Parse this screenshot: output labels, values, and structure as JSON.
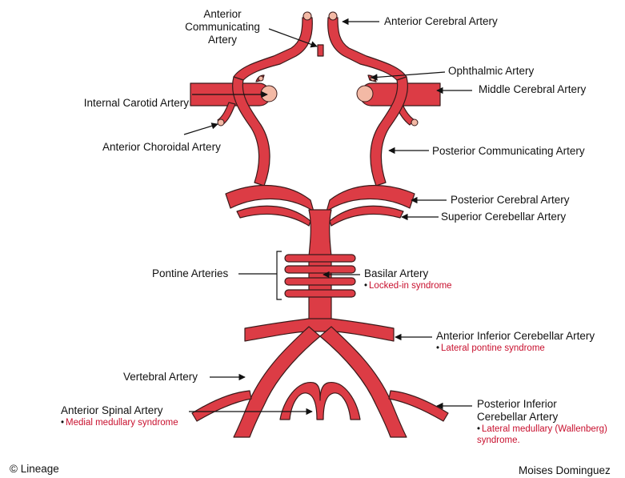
{
  "labels": {
    "anterior_communicating": "Anterior\nCommunicating\nArtery",
    "anterior_cerebral": "Anterior Cerebral Artery",
    "ophthalmic": "Ophthalmic Artery",
    "middle_cerebral": "Middle Cerebral Artery",
    "internal_carotid": "Internal Carotid Artery",
    "anterior_choroidal": "Anterior Choroidal Artery",
    "posterior_communicating": "Posterior Communicating Artery",
    "posterior_cerebral": "Posterior Cerebral Artery",
    "superior_cerebellar": "Superior Cerebellar Artery",
    "pontine": "Pontine Arteries",
    "basilar": "Basilar Artery",
    "anterior_inferior_cerebellar": "Anterior Inferior Cerebellar Artery",
    "vertebral": "Vertebral Artery",
    "anterior_spinal": "Anterior Spinal Artery",
    "posterior_inferior_cerebellar": "Posterior Inferior\nCerebellar Artery"
  },
  "syndromes": {
    "basilar": "Locked-in syndrome",
    "aica": "Lateral pontine syndrome",
    "anterior_spinal": "Medial medullary syndrome",
    "pica": "Lateral medullary (Wallenberg)\nsyndrome."
  },
  "footer": {
    "copyright": "© Lineage",
    "author": "Moises Dominguez"
  },
  "colors": {
    "artery": "#dc3c45",
    "artery_stroke": "#3a1a1a",
    "vessel_end": "#f3b9a5",
    "syndrome_text": "#c8102e"
  }
}
